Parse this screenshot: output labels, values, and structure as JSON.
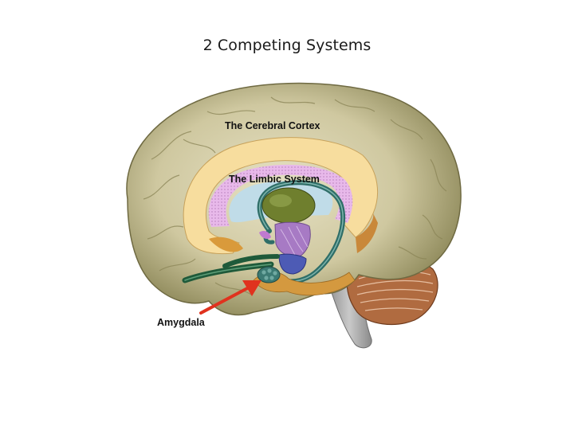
{
  "slide": {
    "title": "2 Competing Systems"
  },
  "diagram": {
    "subject": "Sagittal view of the human brain",
    "labels": {
      "cortex": "The Cerebral Cortex",
      "limbic": "The Limbic System",
      "amygdala": "Amygdala"
    },
    "colors": {
      "cortex": "#c9c29a",
      "cortex_shadow": "#8f8a5e",
      "cingulate": "#f7dc9c",
      "limbic_pink": "#e6b6e6",
      "ventricle_blue": "#bcdbe6",
      "fornix_teal": "#2f6e68",
      "thalamus_green": "#6f7f2e",
      "hypothalamus_purple": "#a57ac2",
      "pons_blue": "#4d5bb5",
      "amygdala_teal": "#3c7a73",
      "olfactory_green": "#1f5a3a",
      "cerebellum_brown": "#a8633a",
      "brainstem_gray": "#a3a3a3",
      "arrow_red": "#e0321e"
    }
  }
}
